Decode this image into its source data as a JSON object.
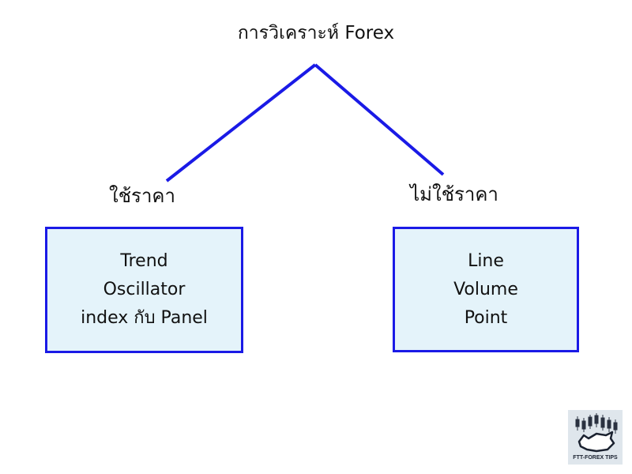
{
  "title": "การวิเคราะห์ Forex",
  "branches": {
    "left": {
      "label": "ใช้ราคา",
      "items": [
        "Trend",
        "Oscillator",
        "index กับ Panel"
      ]
    },
    "right": {
      "label": "ไม่ใช้ราคา",
      "items": [
        "Line",
        "Volume",
        "Point"
      ]
    }
  },
  "logo": {
    "text": "FTT-FOREX TIPS",
    "icon": "bull-candlestick-icon"
  },
  "colors": {
    "connector": "#1a1ae6",
    "box_border": "#1a1ae6",
    "box_fill": "#e4f3fa"
  }
}
